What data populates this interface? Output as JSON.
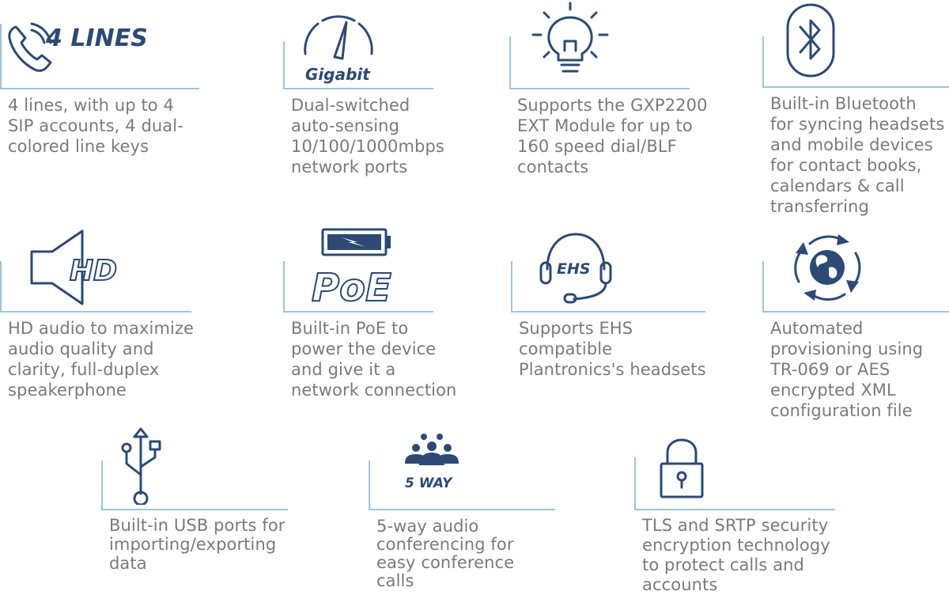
{
  "features": [
    {
      "id": "lines",
      "icon": "phone-icon",
      "icon_label": "4 LINES",
      "lines": [
        "4 lines, with up to 4",
        "SIP accounts, 4 dual-",
        "colored line keys"
      ]
    },
    {
      "id": "gigabit",
      "icon": "gauge-icon",
      "icon_label": "Gigabit",
      "lines": [
        "Dual-switched",
        "auto-sensing",
        "10/100/1000mbps",
        "network ports"
      ]
    },
    {
      "id": "ext-module",
      "icon": "lightbulb-icon",
      "icon_label": "",
      "lines": [
        "Supports the GXP2200",
        "EXT Module for up to",
        "160 speed dial/BLF",
        "contacts"
      ]
    },
    {
      "id": "bluetooth",
      "icon": "bluetooth-icon",
      "icon_label": "",
      "lines": [
        "Built-in Bluetooth",
        "for syncing headsets",
        "and mobile devices",
        "for contact books,",
        "calendars & call",
        "transferring"
      ]
    },
    {
      "id": "hd-audio",
      "icon": "speaker-hd-icon",
      "icon_label": "HD",
      "lines": [
        "HD audio to maximize",
        "audio quality and",
        "clarity, full-duplex",
        "speakerphone"
      ]
    },
    {
      "id": "poe",
      "icon": "battery-poe-icon",
      "icon_label": "PoE",
      "lines": [
        "Built-in PoE to",
        "power the device",
        "and give it a",
        "network connection"
      ]
    },
    {
      "id": "ehs",
      "icon": "headset-icon",
      "icon_label": "EHS",
      "lines": [
        "Supports EHS",
        "compatible",
        "Plantronics's headsets"
      ]
    },
    {
      "id": "provisioning",
      "icon": "globe-sync-icon",
      "icon_label": "",
      "lines": [
        "Automated",
        "provisioning using",
        "TR-069 or AES",
        "encrypted XML",
        "configuration file"
      ]
    },
    {
      "id": "usb",
      "icon": "usb-icon",
      "icon_label": "",
      "lines": [
        "Built-in USB ports for",
        "importing/exporting",
        "data"
      ]
    },
    {
      "id": "conference",
      "icon": "people-group-icon",
      "icon_label": "5 WAY",
      "lines": [
        "5-way audio",
        "conferencing for",
        "easy conference",
        "calls"
      ]
    },
    {
      "id": "security",
      "icon": "padlock-icon",
      "icon_label": "",
      "lines": [
        "TLS and SRTP security",
        "encryption technology",
        "to protect calls and",
        "accounts"
      ]
    }
  ],
  "colors": {
    "icon": "#2c4a73",
    "rule": "#9ec5d8",
    "text": "#7a7a7a"
  }
}
